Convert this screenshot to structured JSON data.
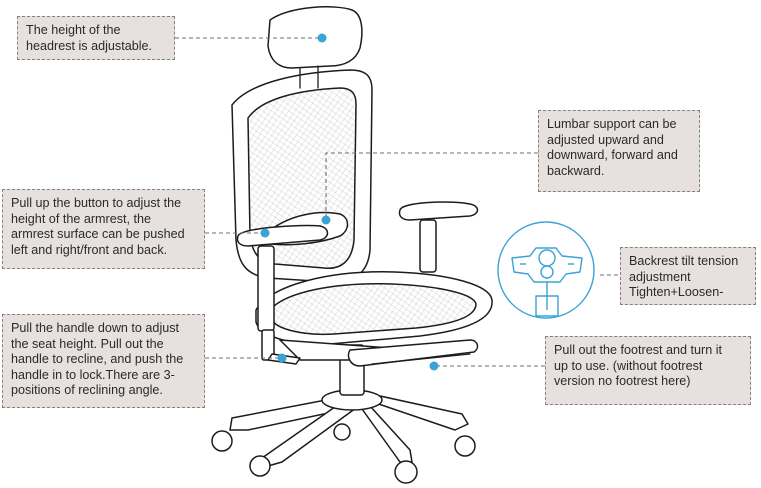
{
  "callouts": {
    "headrest": "The height of the\nheadrest is adjustable.",
    "lumbar": "Lumbar support can be\nadjusted upward and\ndownward, forward and\nbackward.",
    "armrest": "Pull up the button to adjust the\nheight of the armrest, the\narmrest surface can be pushed\nleft and right/front and back.",
    "tilt": "Backrest tilt tension\nadjustment\nTighten+Loosen-",
    "handle": "Pull the handle down to adjust\nthe seat height. Pull out the\nhandle to recline, and push the\nhandle in to lock.There are 3-\npositions of reclining angle.",
    "footrest": "Pull out the footrest and turn it\nup to use.  (without footrest\nversion no footrest here)"
  },
  "colors": {
    "callout_bg": "#e6e1df",
    "callout_border": "#8a7f7a",
    "marker": "#3aa3d6",
    "line_art": "#1c1c1c"
  }
}
